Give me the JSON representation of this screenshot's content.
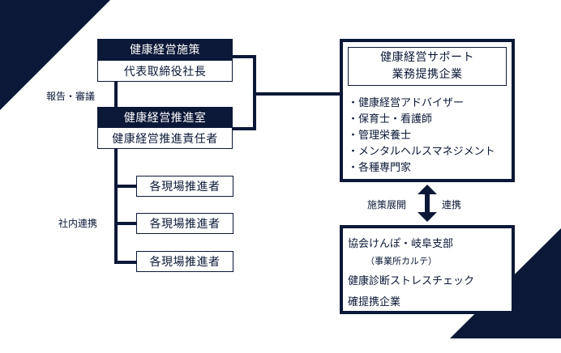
{
  "colors": {
    "navy": "#0b1837",
    "background": "#ffffff"
  },
  "left": {
    "policy_box": {
      "header": "健康経営施策",
      "sub": "代表取締役社長"
    },
    "promotion_box": {
      "header": "健康経営推進室",
      "sub": "健康経営推進責任者"
    },
    "report_label": "報告・審議",
    "internal_label": "社内連携",
    "site_promoters": [
      "各現場推進者",
      "各現場推進者",
      "各現場推進者"
    ]
  },
  "right": {
    "support_box": {
      "title_line1": "健康経営サポート",
      "title_line2": "業務提携企業",
      "items": [
        "・健康経営アドバイザー",
        "・保育士・看護師",
        "・管理栄養士",
        "・メンタルヘルスマネジメント",
        "・各種専門家"
      ]
    },
    "arrow_left_label": "施策展開",
    "arrow_right_label": "連携",
    "partner_box": {
      "line1": "協会けんぽ・岐阜支部",
      "line1_sub": "（事業所カルテ）",
      "line2": "健康診断ストレスチェック",
      "line3": "確提携企業"
    }
  }
}
